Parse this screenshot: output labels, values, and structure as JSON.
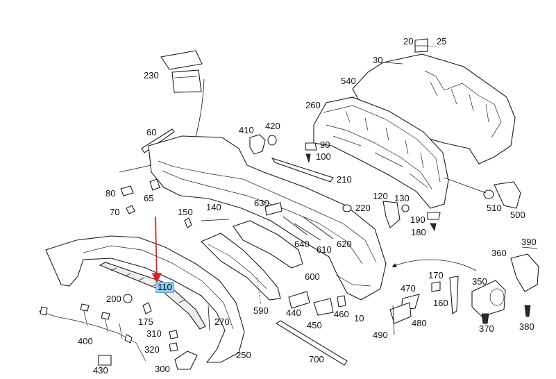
{
  "diagram": {
    "highlighted_part": "110",
    "highlight_color": "#9cc8e6",
    "arrow_color": "#e02020",
    "part_numbers": {
      "p20": "20",
      "p25": "25",
      "p30": "30",
      "p540": "540",
      "p260": "260",
      "p230": "230",
      "p410": "410",
      "p420": "420",
      "p90": "90",
      "p100": "100",
      "p60": "60",
      "p210": "210",
      "p80": "80",
      "p65": "65",
      "p70": "70",
      "p630": "630",
      "p220": "220",
      "p120": "120",
      "p130": "130",
      "p510": "510",
      "p500": "500",
      "p150": "150",
      "p140": "140",
      "p190": "190",
      "p180": "180",
      "p640": "640",
      "p610": "610",
      "p620": "620",
      "p390": "390",
      "p360": "360",
      "p110": "110",
      "p600": "600",
      "p170": "170",
      "p350": "350",
      "p470": "470",
      "p200": "200",
      "p160": "160",
      "p440": "440",
      "p590": "590",
      "p460": "460",
      "p10": "10",
      "p175": "175",
      "p270": "270",
      "p450": "450",
      "p480": "480",
      "p370": "370",
      "p380": "380",
      "p400": "400",
      "p310": "310",
      "p490": "490",
      "p320": "320",
      "p250": "250",
      "p700": "700",
      "p430": "430",
      "p300": "300"
    }
  }
}
